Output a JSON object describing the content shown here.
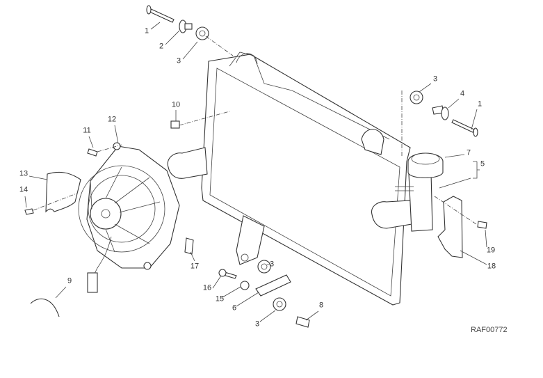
{
  "diagram": {
    "reference_code": "RAF00772",
    "callouts": [
      {
        "id": "c1a",
        "number": "1"
      },
      {
        "id": "c2",
        "number": "2"
      },
      {
        "id": "c3a",
        "number": "3"
      },
      {
        "id": "c10",
        "number": "10"
      },
      {
        "id": "c11",
        "number": "11"
      },
      {
        "id": "c12",
        "number": "12"
      },
      {
        "id": "c13",
        "number": "13"
      },
      {
        "id": "c14",
        "number": "14"
      },
      {
        "id": "c3b",
        "number": "3"
      },
      {
        "id": "c4",
        "number": "4"
      },
      {
        "id": "c1b",
        "number": "1"
      },
      {
        "id": "c7",
        "number": "7"
      },
      {
        "id": "c5",
        "number": "5"
      },
      {
        "id": "c19",
        "number": "19"
      },
      {
        "id": "c18",
        "number": "18"
      },
      {
        "id": "c17",
        "number": "17"
      },
      {
        "id": "c16",
        "number": "16"
      },
      {
        "id": "c15",
        "number": "15"
      },
      {
        "id": "c6",
        "number": "6"
      },
      {
        "id": "c3c",
        "number": "3"
      },
      {
        "id": "c8",
        "number": "8"
      },
      {
        "id": "c3d",
        "number": "3"
      },
      {
        "id": "c9",
        "number": "9"
      }
    ]
  }
}
